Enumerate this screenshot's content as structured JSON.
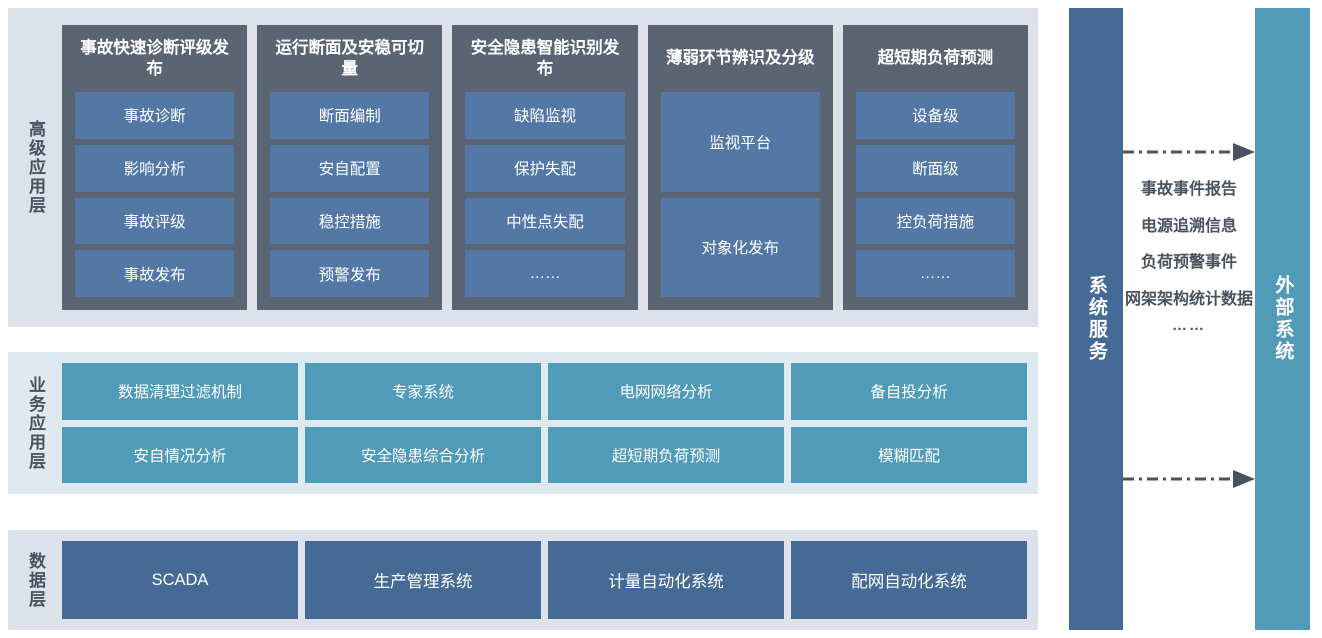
{
  "layers": [
    {
      "id": "advanced-application",
      "label": "高级应用层",
      "columns": [
        {
          "title": "事故快速诊断评级发布",
          "items": [
            "事故诊断",
            "影响分析",
            "事故评级",
            "事故发布"
          ]
        },
        {
          "title": "运行断面及安稳可切量",
          "items": [
            "断面编制",
            "安自配置",
            "稳控措施",
            "预警发布"
          ]
        },
        {
          "title": "安全隐患智能识别发布",
          "items": [
            "缺陷监视",
            "保护失配",
            "中性点失配",
            "……"
          ]
        },
        {
          "title": "薄弱环节辨识及分级",
          "items": [
            "监视平台",
            "对象化发布"
          ]
        },
        {
          "title": "超短期负荷预测",
          "items": [
            "设备级",
            "断面级",
            "控负荷措施",
            "……"
          ]
        }
      ]
    },
    {
      "id": "business-application",
      "label": "业务应用层",
      "rows": [
        [
          "数据清理过滤机制",
          "专家系统",
          "电网网络分析",
          "备自投分析"
        ],
        [
          "安自情况分析",
          "安全隐患综合分析",
          "超短期负荷预测",
          "模糊匹配"
        ]
      ]
    },
    {
      "id": "data-layer",
      "label": "数据层",
      "rows": [
        [
          "SCADA",
          "生产管理系统",
          "计量自动化系统",
          "配网自动化系统"
        ]
      ]
    }
  ],
  "side_bars": {
    "system_service": "系统服务",
    "external_system": "外部系统"
  },
  "exchange": {
    "items": [
      "事故事件报告",
      "电源追溯信息",
      "负荷预警事件",
      "网架架构统计数据"
    ],
    "ellipsis": "……"
  },
  "colors": {
    "panel_gray": "#dde1e9",
    "panel_teal": "#dfeaf0",
    "column_dark": "#5b6473",
    "item_blue": "#5478a6",
    "business_teal": "#4f9bb8",
    "data_blue": "#456a96",
    "system_service_bar": "#456a96",
    "external_system_bar": "#519bb9",
    "arrow": "#4a5260",
    "label_text": "#4a5260"
  }
}
